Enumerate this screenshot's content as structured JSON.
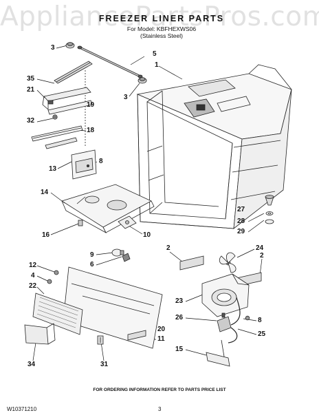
{
  "watermark": "AppliancePartsPros.com",
  "title": "FREEZER LINER PARTS",
  "model_line": "For Model: KBFHEXWS06",
  "finish_line": "(Stainless Steel)",
  "footer_note": "FOR ORDERING INFORMATION REFER TO PARTS PRICE LIST",
  "doc_number": "W10371210",
  "page_number": "3",
  "callouts": {
    "c3a": "3",
    "c5": "5",
    "c1": "1",
    "c3b": "3",
    "c35": "35",
    "c21": "21",
    "c19": "19",
    "c32": "32",
    "c18": "18",
    "c13": "13",
    "c8a": "8",
    "c14": "14",
    "c16": "16",
    "c10": "10",
    "c27": "27",
    "c28": "28",
    "c29": "29",
    "c9": "9",
    "c6": "6",
    "c2a": "2",
    "c24": "24",
    "c2b": "2",
    "c12": "12",
    "c4": "4",
    "c22": "22",
    "c23": "23",
    "c26": "26",
    "c8b": "8",
    "c25": "25",
    "c20": "20",
    "c11": "11",
    "c15": "15",
    "c34": "34",
    "c31": "31"
  }
}
